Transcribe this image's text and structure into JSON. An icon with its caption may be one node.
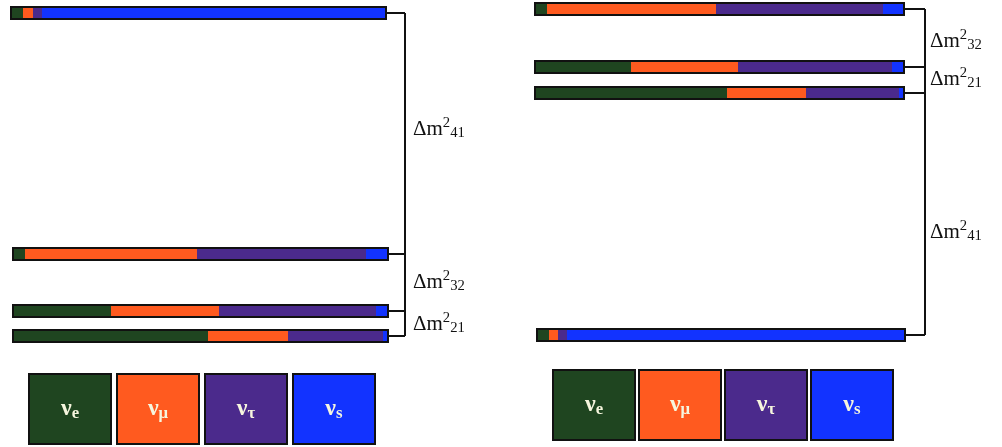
{
  "diagram": {
    "nodes": [
      {
        "text": [],
        "shape": "bar"
      },
      {
        "text": [],
        "shape": "bar"
      },
      {
        "text": [],
        "shape": "bar"
      },
      {
        "text": [],
        "shape": "bar"
      },
      {
        "text": [],
        "shape": "bar"
      },
      {
        "text": [],
        "shape": "bar"
      },
      {
        "text": [],
        "shape": "bar"
      },
      {
        "text": [],
        "shape": "bar"
      }
    ],
    "labels": [
      "Δm$^{2}$$_{41}$",
      "Δm$^{2}$$_{32}$",
      "Δm$^{2}$$_{21}$",
      "Δm$^{2}$$_{32}$",
      "Δm$^{2}$$_{21}$",
      "Δm$^{2}$$_{41}$"
    ],
    "legend": [
      {
        "text": "ν$_{e}$",
        "color": "#1f4520"
      },
      {
        "text": "ν$_{μ}$",
        "color": "#ff5a1f"
      },
      {
        "text": "ν$_{τ}$",
        "color": "#4b2a8c"
      },
      {
        "text": "ν$_{s}$",
        "color": "#1233ff"
      },
      {
        "text": "ν$_{e}$",
        "color": "#1f4520"
      },
      {
        "text": "ν$_{μ}$",
        "color": "#ff5a1f"
      },
      {
        "text": "ν$_{τ}$",
        "color": "#4b2a8c"
      },
      {
        "text": "ν$_{s}$",
        "color": "#1233ff"
      }
    ]
  }
}
